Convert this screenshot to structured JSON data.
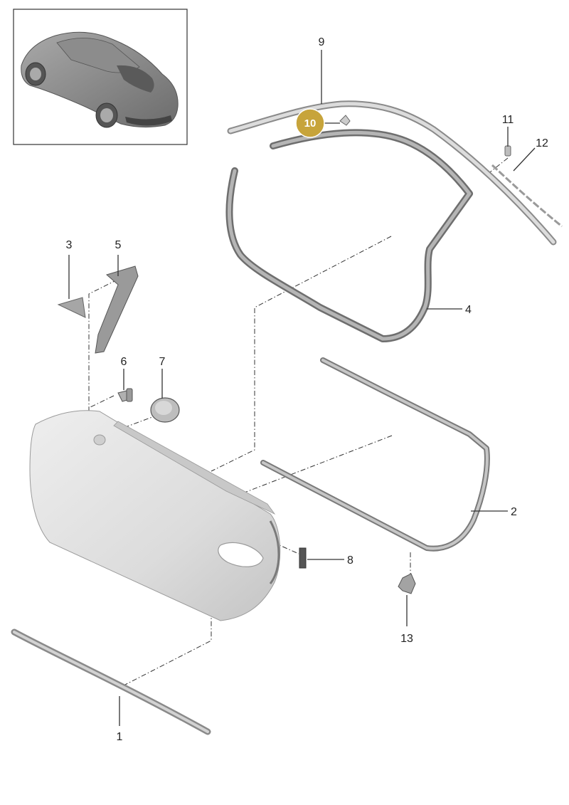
{
  "callouts": [
    {
      "id": "1",
      "label": "1"
    },
    {
      "id": "2",
      "label": "2"
    },
    {
      "id": "3",
      "label": "3"
    },
    {
      "id": "4",
      "label": "4"
    },
    {
      "id": "5",
      "label": "5"
    },
    {
      "id": "6",
      "label": "6"
    },
    {
      "id": "7",
      "label": "7"
    },
    {
      "id": "8",
      "label": "8"
    },
    {
      "id": "9",
      "label": "9"
    },
    {
      "id": "10",
      "label": "10"
    },
    {
      "id": "11",
      "label": "11"
    },
    {
      "id": "12",
      "label": "12"
    },
    {
      "id": "13",
      "label": "13"
    }
  ],
  "colors": {
    "highlight": "#C7A43B",
    "part_fill": "#d9d9d9",
    "part_stroke": "#8a8a8a",
    "seal_dark": "#7d7d7d",
    "line": "#333333"
  }
}
